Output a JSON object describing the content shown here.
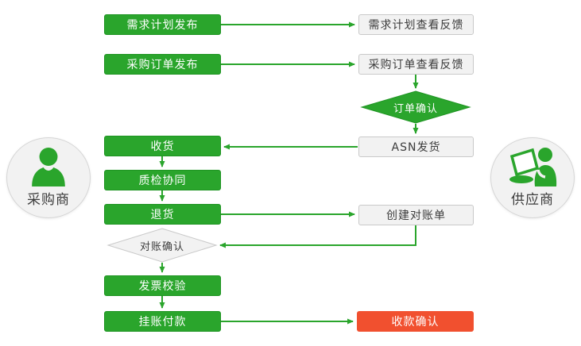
{
  "palette": {
    "green": "#2aa52c",
    "green-dark": "#1e9422",
    "red": "#f1502f",
    "node-bg": "#f2f2f2",
    "node-border": "#c9c9c9",
    "text-dark": "#3c3c3c"
  },
  "actors": {
    "buyer": {
      "label": "采购商",
      "icon": "person-icon"
    },
    "supplier": {
      "label": "供应商",
      "icon": "person-laptop-icon"
    }
  },
  "buyer_lane": {
    "demand_plan_publish": "需求计划发布",
    "purchase_order_publish": "采购订单发布",
    "receive_goods": "收货",
    "quality_inspection": "质检协同",
    "return_goods": "退货",
    "reconciliation_confirm": "对账确认",
    "invoice_verification": "发票校验",
    "booked_payment": "挂账付款"
  },
  "supplier_lane": {
    "demand_plan_feedback": "需求计划查看反馈",
    "purchase_order_feedback": "采购订单查看反馈",
    "order_confirm": "订单确认",
    "asn_shipping": "ASN发货",
    "create_statement": "创建对账单",
    "payment_receipt_confirm": "收款确认"
  }
}
